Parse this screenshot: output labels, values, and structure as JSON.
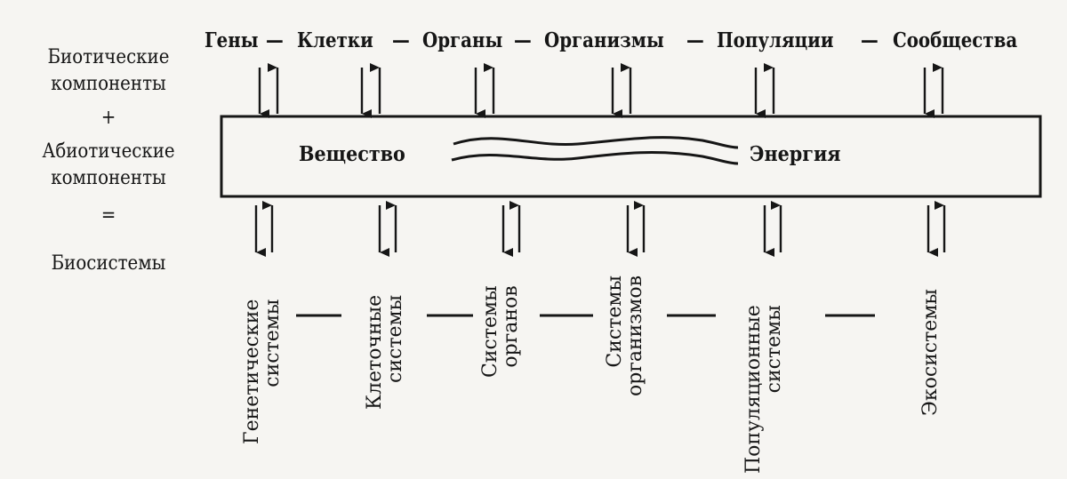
{
  "left_column": {
    "biotic": "Биотические\nкомпоненты",
    "plus": "+",
    "abiotic": "Абиотические\nкомпоненты",
    "equals": "=",
    "biosystems": "Биосистемы"
  },
  "levels": [
    "Гены",
    "Клетки",
    "Органы",
    "Организмы",
    "Популяции",
    "Сообщества"
  ],
  "level_separator": "—",
  "box": {
    "substance": "Вещество",
    "energy": "Энергия"
  },
  "systems": [
    {
      "line1": "Генетические",
      "line2": "системы"
    },
    {
      "line1": "Клеточные",
      "line2": "системы"
    },
    {
      "line1": "Системы",
      "line2": "органов"
    },
    {
      "line1": "Системы",
      "line2": "организмов"
    },
    {
      "line1": "Популяционные",
      "line2": "системы"
    },
    {
      "line1": "Экосистемы",
      "line2": ""
    }
  ]
}
